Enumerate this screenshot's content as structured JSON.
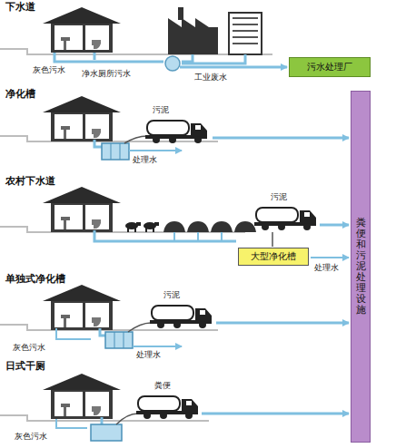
{
  "diagram": {
    "nodes": [
      {
        "text": [
          "污水处理厂"
        ]
      },
      {
        "text": [
          "大型净化槽"
        ]
      },
      {
        "text": [
          "粪便和污泥处理设施"
        ]
      }
    ],
    "labels": [
      "下水道",
      "灰色污水",
      "净水厕所污水",
      "工业废水",
      "净化槽",
      "污泥",
      "处理水",
      "农村下水道",
      "污泥",
      "处理水",
      "单独式净化槽",
      "污泥",
      "灰色污水",
      "处理水",
      "日式干厕",
      "粪便",
      "灰色污水"
    ]
  }
}
